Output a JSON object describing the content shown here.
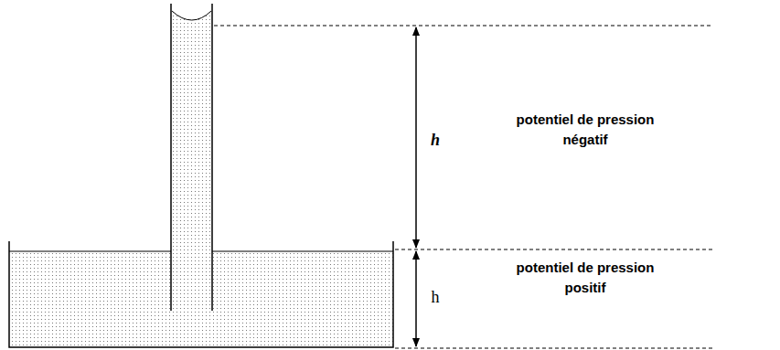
{
  "diagram": {
    "labels": [
      "h",
      "potentiel de pression négatif",
      "h",
      "potentiel de pression positif"
    ]
  }
}
